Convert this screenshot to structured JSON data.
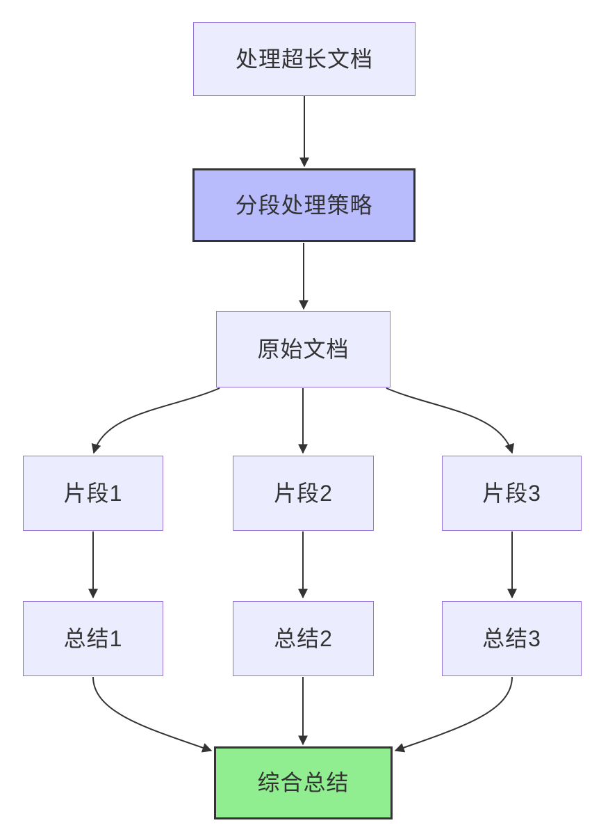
{
  "diagram": {
    "type": "flowchart",
    "direction": "top-down",
    "background": "#ffffff",
    "colors": {
      "node_fill": "#ECECFF",
      "node_border": "#9370DB",
      "strategy_fill": "#B8BCFC",
      "strategy_border": "#333333",
      "result_fill": "#90EE90",
      "result_border": "#333333",
      "edge_stroke": "#333333",
      "text": "#333333"
    },
    "nodes": {
      "A": {
        "label": "处理超长文档",
        "kind": "default"
      },
      "B": {
        "label": "分段处理策略",
        "kind": "strategy"
      },
      "C": {
        "label": "原始文档",
        "kind": "default"
      },
      "D": {
        "label": "片段1",
        "kind": "default"
      },
      "E": {
        "label": "片段2",
        "kind": "default"
      },
      "F": {
        "label": "片段3",
        "kind": "default"
      },
      "G": {
        "label": "总结1",
        "kind": "default"
      },
      "H": {
        "label": "总结2",
        "kind": "default"
      },
      "I": {
        "label": "总结3",
        "kind": "default"
      },
      "J": {
        "label": "综合总结",
        "kind": "result"
      }
    },
    "edges": [
      {
        "from": "A",
        "to": "B"
      },
      {
        "from": "B",
        "to": "C"
      },
      {
        "from": "C",
        "to": "D"
      },
      {
        "from": "C",
        "to": "E"
      },
      {
        "from": "C",
        "to": "F"
      },
      {
        "from": "D",
        "to": "G"
      },
      {
        "from": "E",
        "to": "H"
      },
      {
        "from": "F",
        "to": "I"
      },
      {
        "from": "G",
        "to": "J"
      },
      {
        "from": "H",
        "to": "J"
      },
      {
        "from": "I",
        "to": "J"
      }
    ]
  }
}
